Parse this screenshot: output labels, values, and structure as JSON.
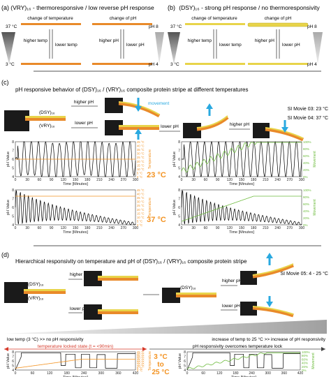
{
  "panel_a": {
    "letter": "(a)",
    "title": "(VRY)₁₆ - thermoresponsive / low reverse pH response",
    "change_temp": "change of temperature",
    "change_ph": "change of pH",
    "higher_temp": "higher temp",
    "lower_temp": "lower temp",
    "higher_ph": "higher pH",
    "lower_ph": "lower pH",
    "t_high": "37 °C",
    "t_low": "3 °C",
    "ph_high": "pH 8",
    "ph_low": "pH 4"
  },
  "panel_b": {
    "letter": "(b)",
    "title": "(DSY)₁₆ - strong pH response / no thermoresponsivity",
    "change_temp": "change of temperature",
    "change_ph": "change of pH",
    "higher_temp": "higher temp",
    "lower_temp": "lower temp",
    "higher_ph": "higher pH",
    "lower_ph": "lower pH",
    "t_high": "37 °C",
    "t_low": "3 °C",
    "ph_high": "pH 8",
    "ph_low": "pH 4"
  },
  "panel_c": {
    "letter": "(c)",
    "title": "pH responsive behavior of (DSY)₁₆ / (VRY)₁₆ composite protein stripe at different temperatures",
    "dsy": "(DSY)₁₆",
    "vry": "(VRY)₁₆",
    "higher_ph": "higher pH",
    "lower_ph": "lower pH",
    "movement": "movement",
    "movie1": "SI Movie 03: 23 °C",
    "movie2": "SI Movie 04: 37 °C",
    "temp_23": "23 °C",
    "temp_37": "37 °C"
  },
  "panel_d": {
    "letter": "(d)",
    "title": "Hierarchical responsivity on temperature and pH of (DSY)₁₆ / (VRY)₁₆ composite protein stripe",
    "dsy": "(DSY)₁₆",
    "vry": "(VRY)₁₆",
    "higher_ph": "higher pH",
    "lower_ph": "lower pH",
    "movie": "SI Movie 05: 4 - 25 °C",
    "low_temp_note": "low temp (3 °C) >> no pH responsivity",
    "increase_note": "increase of temp  to 25 °C >> increase of pH responsivity",
    "locked_label": "temperature locked state (t = <90min)",
    "overcome_label": "pH responsivity overcomes temperature lock",
    "temp_range_top": "3 °C",
    "temp_range_mid": "to",
    "temp_range_bot": "25 °C"
  },
  "axes": {
    "ph_label": "pH Value",
    "time_label": "Time [Minutes]",
    "temp_label": "Temperature",
    "move_label": "Movement",
    "ph_ticks": [
      "8",
      "7",
      "6",
      "5",
      "4"
    ],
    "temp_ticks": [
      "45 °C",
      "40 °C",
      "35 °C",
      "30 °C",
      "25 °C",
      "20 °C",
      "15 °C",
      "10 °C",
      "5 °C",
      "0 °C"
    ],
    "move_ticks": [
      "100%",
      "80%",
      "60%",
      "40%",
      "20%",
      "0%"
    ],
    "x_ticks_300": [
      "0",
      "30",
      "60",
      "90",
      "120",
      "150",
      "180",
      "210",
      "240",
      "270",
      "300"
    ],
    "x_ticks_420": [
      "0",
      "60",
      "120",
      "180",
      "240",
      "300",
      "360",
      "420"
    ]
  },
  "colors": {
    "orange": "#f39322",
    "green": "#6cbb3c",
    "stripe_yellow": "#e8d44a",
    "stripe_orange": "#e98a2a",
    "arrow_blue": "#29a9e0",
    "black": "#000000"
  },
  "chart_data": [
    {
      "type": "line",
      "x_range": [
        0,
        300
      ],
      "ylim": [
        4,
        8
      ],
      "series": [
        {
          "values": "oscillating pH 4-8"
        },
        {
          "values": "temperature ~23 °C"
        }
      ]
    },
    {
      "type": "line",
      "x_range": [
        0,
        300
      ],
      "ylim": [
        4,
        8
      ],
      "series": [
        {
          "values": "oscillating pH"
        },
        {
          "values": "movement 0-100%"
        }
      ]
    },
    {
      "type": "line",
      "x_range": [
        0,
        300
      ],
      "ylim": [
        4,
        8
      ],
      "series": [
        {
          "values": "damped oscillating pH"
        },
        {
          "values": "temperature ~37 °C"
        }
      ]
    },
    {
      "type": "line",
      "x_range": [
        0,
        300
      ],
      "ylim": [
        4,
        8
      ],
      "series": [
        {
          "values": "damped oscillating pH"
        },
        {
          "values": "movement 0-80%"
        }
      ]
    },
    {
      "type": "line",
      "x_range": [
        0,
        420
      ],
      "ylim": [
        4,
        8
      ],
      "series": [
        {
          "values": "pH steps"
        },
        {
          "values": "temperature 3 to 25 °C"
        }
      ]
    },
    {
      "type": "line",
      "x_range": [
        0,
        420
      ],
      "ylim": [
        4,
        8
      ],
      "series": [
        {
          "values": "pH steps"
        },
        {
          "values": "movement 0-100%"
        }
      ]
    }
  ]
}
